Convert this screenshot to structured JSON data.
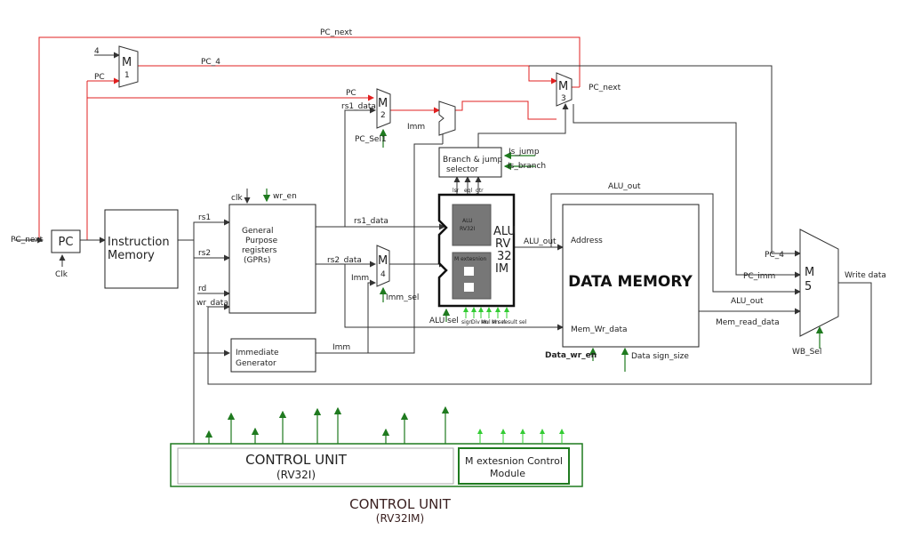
{
  "labels": {
    "pc_next_top": "PC_next",
    "four": "4",
    "pc": "PC",
    "pc_4_top": "PC_4",
    "pc_to_m2": "PC",
    "rs1_data_top": "rs1_data",
    "pc_sel1": "PC_Sel1",
    "imm_top": "Imm",
    "pc_next_right": "PC_next",
    "is_jump": "Is_jump",
    "is_branch": "Is_branch",
    "lsr": "lsr",
    "eql": "eql",
    "gtr": "gtr",
    "alu_out_top": "ALU_out",
    "pc_next_left": "PC_next",
    "clk_pc": "Clk",
    "rs1": "rs1",
    "rs2": "rs2",
    "rd": "rd",
    "wr_data": "wr_data",
    "clk_reg": "clk",
    "wr_en": "wr_en",
    "rs1_data_mid": "rs1_data",
    "rs2_data": "rs2_data",
    "imm_m4": "Imm",
    "imm_sel": "Imm_sel",
    "imm_gen_out": "Imm",
    "alu_out_mid": "ALU_out",
    "alu_sel": "ALU sel",
    "sign": "sign",
    "div_en": "Div en",
    "mul_en": "Mul en",
    "m_sel": "M sel",
    "result_sel": "result sel",
    "address": "Address",
    "mem_wr_data": "Mem_Wr_data",
    "data_wr_en": "Data_wr_en",
    "data_sign_size": "Data sign_size",
    "pc_4_right": "PC_4",
    "pc_imm": "PC_imm",
    "alu_out_right": "ALU_out",
    "mem_read_data": "Mem_read_data",
    "write_data": "Write data",
    "wb_sel": "WB_Sel"
  },
  "blocks": {
    "pc": "PC",
    "instr_mem_line1": "Instruction",
    "instr_mem_line2": "Memory",
    "gpr_line1": "General",
    "gpr_line2": "Purpose",
    "gpr_line3": "registers",
    "gpr_line4": "(GPRs)",
    "imm_gen_line1": "Immediate",
    "imm_gen_line2": "Generator",
    "branch_line1": "Branch  & jump",
    "branch_line2": "selector",
    "alu_line1": "ALU",
    "alu_line2": "RV",
    "alu_line3": "32",
    "alu_line4": "IM",
    "alu_inner1": "ALU",
    "alu_inner2": "RV32I",
    "m_ext_inner": "M extesnion",
    "data_memory": "DATA MEMORY",
    "cu_inner_title": "CONTROL UNIT",
    "cu_inner_sub": "(RV32I)",
    "m_ctrl_line1": "M extesnion Control",
    "m_ctrl_line2": "Module",
    "cu_outer_title": "CONTROL UNIT",
    "cu_outer_sub": "(RV32IM)"
  },
  "muxes": {
    "m1_m": "M",
    "m1_n": "1",
    "m2_m": "M",
    "m2_n": "2",
    "m3_m": "M",
    "m3_n": "3",
    "m4_m": "M",
    "m4_n": "4",
    "m5_m": "M",
    "m5_n": "5"
  },
  "colors": {
    "pc_path": "#e02020",
    "control": "#1f7a1f",
    "m_control": "#33cc33",
    "wire": "#333333",
    "alu_inner": "#777777"
  }
}
